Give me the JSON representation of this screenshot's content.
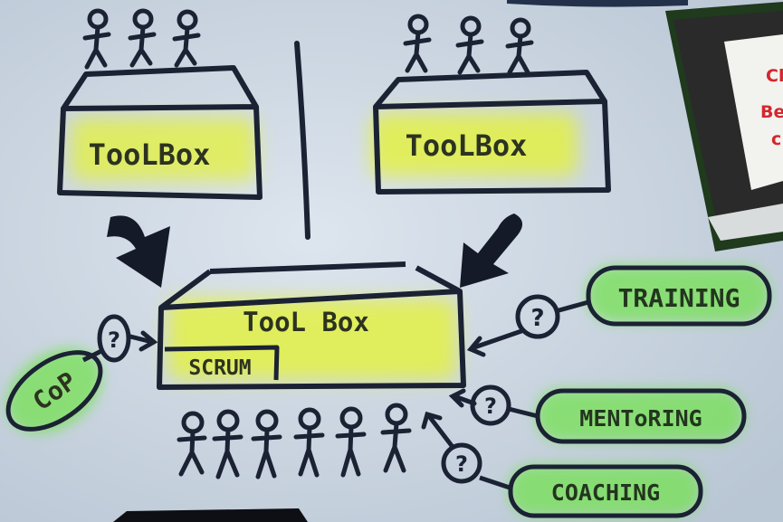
{
  "sketch": {
    "toolbox_left_label": "TooLBox",
    "toolbox_right_label": "TooLBox",
    "toolbox_center_label": "TooL Box",
    "scrum_label": "SCRUM",
    "cop_label": "CoP",
    "training_label": "TRAINING",
    "mentoring_label": "MENToRING",
    "coaching_label": "COACHING",
    "question_mark": "?",
    "photo_text_lines": [
      "Cl",
      "Be",
      "c"
    ]
  },
  "colors": {
    "paper": "#d2dbe6",
    "ink": "#1b2233",
    "highlight_yellow": "#e4f23a",
    "highlight_green": "#6fe34a",
    "photo_frame": "#1f3a1c",
    "photo_text": "#d4262d"
  }
}
